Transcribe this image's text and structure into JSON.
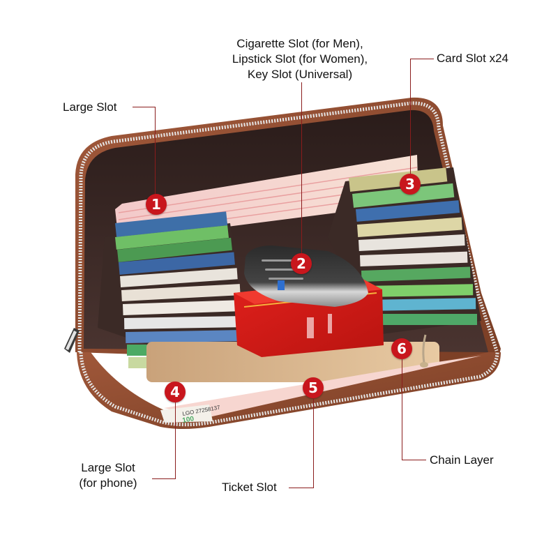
{
  "image": {
    "subject": "Open zip-around wallet with accordion card slots and numbered feature callouts",
    "colors": {
      "badge": "#c8161d",
      "leader_line": "#8a1c1c",
      "leather": "#8b4a2e",
      "lining": "#3a2724",
      "zipper": "#dcdcdc",
      "background": "#ffffff"
    }
  },
  "callouts": [
    {
      "number": "1",
      "label": "Large Slot"
    },
    {
      "number": "2",
      "label_lines": [
        "Cigarette Slot (for Men),",
        "Lipstick Slot (for Women),",
        "Key Slot (Universal)"
      ]
    },
    {
      "number": "3",
      "label": "Card Slot x24"
    },
    {
      "number": "4",
      "label_lines": [
        "Large Slot",
        "(for phone)"
      ]
    },
    {
      "number": "5",
      "label": "Ticket Slot"
    },
    {
      "number": "6",
      "label": "Chain Layer"
    }
  ],
  "photo_text": {
    "banknote_serial": "LGO 27258137",
    "banknote_value": "100"
  }
}
